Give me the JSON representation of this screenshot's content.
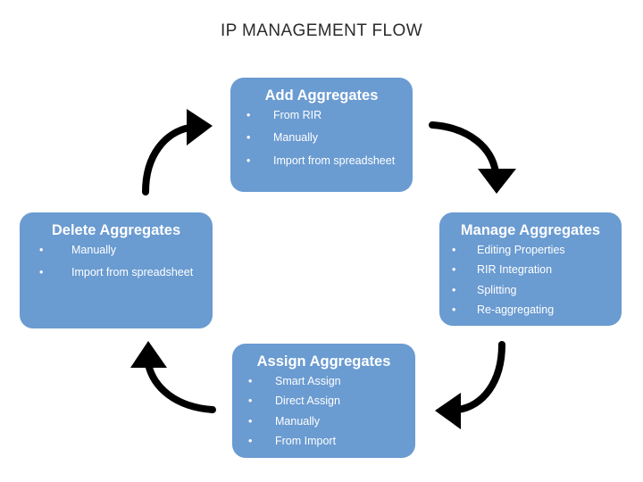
{
  "title": "IP MANAGEMENT FLOW",
  "theme": {
    "node_fill": "#6a9bd1",
    "node_text": "#ffffff",
    "title_text": "#2b2b2b",
    "arrow_color": "#000000",
    "background": "#ffffff"
  },
  "bullet_glyph": "•",
  "nodes": [
    {
      "id": "add",
      "title": "Add Aggregates",
      "items": [
        "From RIR",
        "Manually",
        "Import from spreadsheet"
      ]
    },
    {
      "id": "manage",
      "title": "Manage Aggregates",
      "items": [
        "Editing Properties",
        "RIR Integration",
        "Splitting",
        "Re-aggregating"
      ]
    },
    {
      "id": "assign",
      "title": "Assign Aggregates",
      "items": [
        "Smart Assign",
        "Direct Assign",
        "Manually",
        "From Import"
      ]
    },
    {
      "id": "delete",
      "title": "Delete Aggregates",
      "items": [
        "Manually",
        "Import from spreadsheet"
      ]
    }
  ],
  "arrows": [
    {
      "id": "add-to-manage",
      "from": "add",
      "to": "manage",
      "direction": "down-right"
    },
    {
      "id": "manage-to-assign",
      "from": "manage",
      "to": "assign",
      "direction": "down-left"
    },
    {
      "id": "assign-to-delete",
      "from": "assign",
      "to": "delete",
      "direction": "up-left"
    },
    {
      "id": "delete-to-add",
      "from": "delete",
      "to": "add",
      "direction": "up-right"
    }
  ]
}
